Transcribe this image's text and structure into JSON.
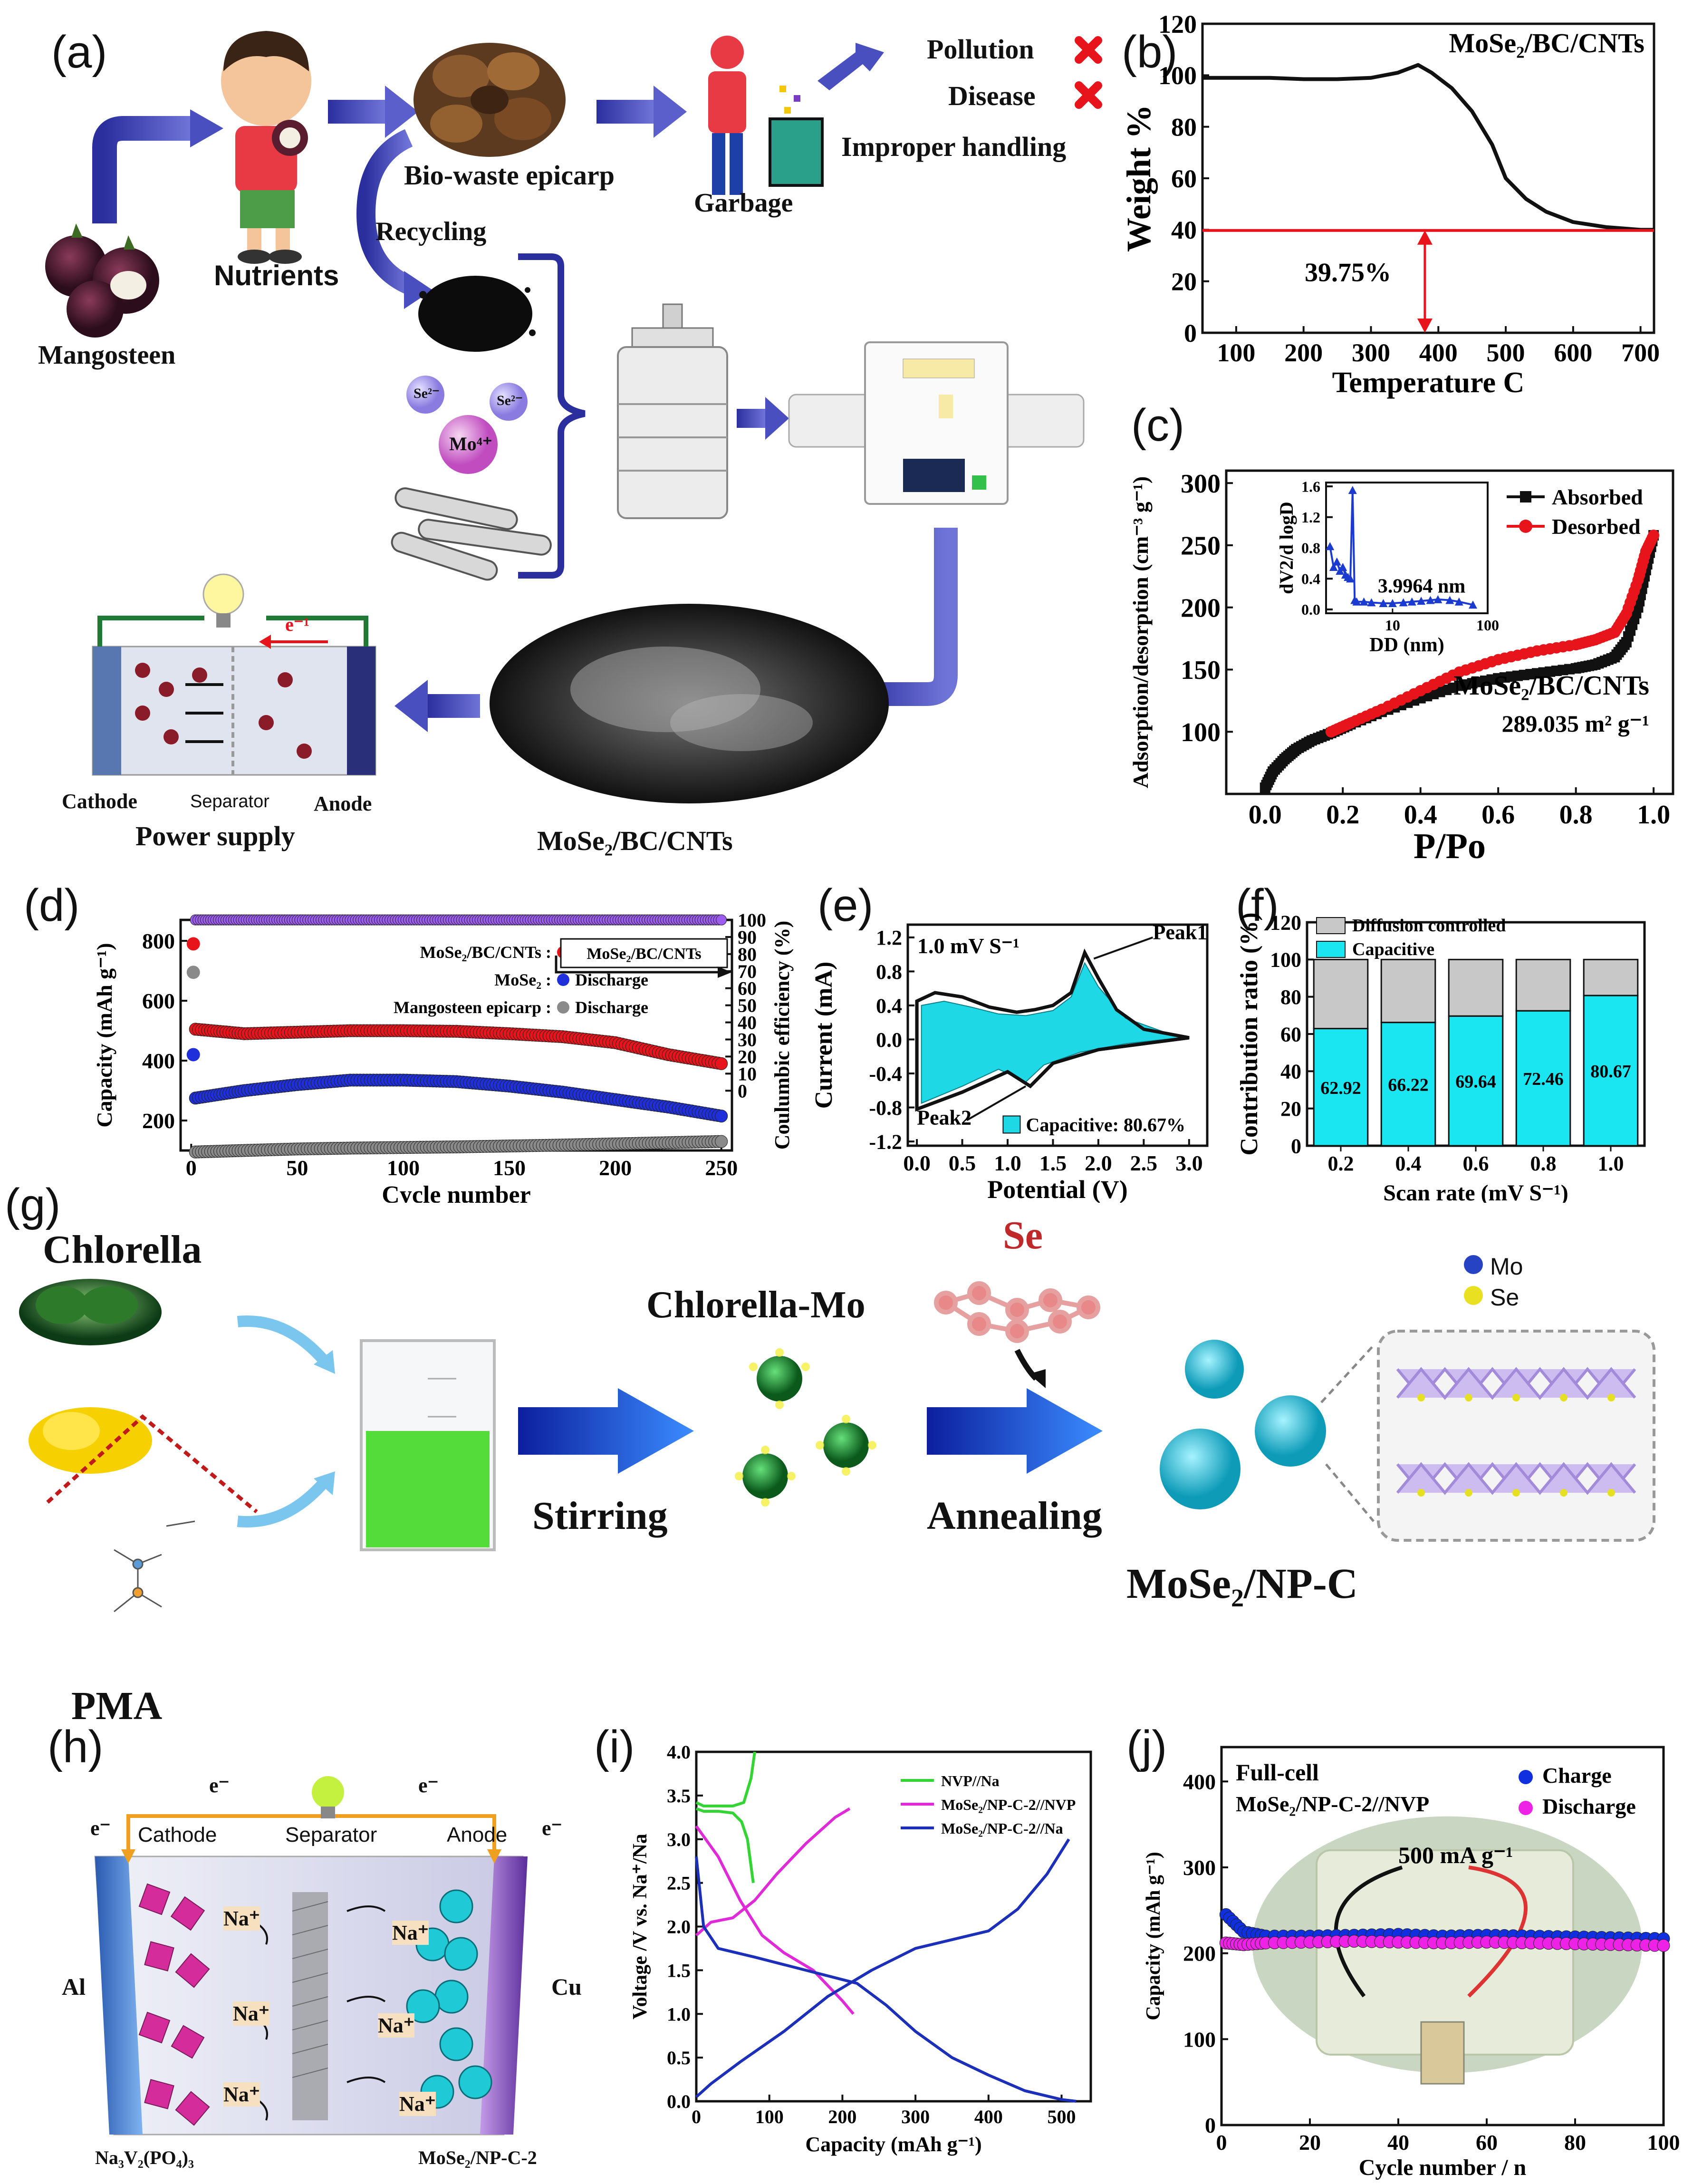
{
  "panel_labels": {
    "a": "(a)",
    "b": "(b)",
    "c": "(c)",
    "d": "(d)",
    "e": "(e)",
    "f": "(f)",
    "g": "(g)",
    "h": "(h)",
    "i": "(i)",
    "j": "(j)"
  },
  "schematic_a": {
    "mangosteen": "Mangosteen",
    "nutrients": "Nutrients",
    "biowaste": "Bio-waste epicarp",
    "garbage": "Garbage",
    "pollution": "Pollution",
    "disease": "Disease",
    "improper": "Improper handling",
    "recycling": "Recycling",
    "se1": "Se²⁻",
    "se2": "Se²⁻",
    "mo": "Mo⁴⁺",
    "product": "MoSe₂/BC/CNTs",
    "cathode": "Cathode",
    "separator": "Separator",
    "anode": "Anode",
    "power": "Power supply",
    "electron": "e⁻¹"
  },
  "schematic_g": {
    "chlorella": "Chlorella",
    "chlorella_mo": "Chlorella-Mo",
    "se": "Se",
    "stirring": "Stirring",
    "annealing": "Annealing",
    "product": "MoSe₂/NP-C",
    "pma": "PMA",
    "legend_mo": "Mo",
    "legend_se": "Se"
  },
  "schematic_h": {
    "cathode": "Cathode",
    "separator": "Separator",
    "anode": "Anode",
    "al": "Al",
    "cu": "Cu",
    "electron": "e⁻",
    "na": "Na⁺",
    "cathode_mat": "Na₃V₂(PO₄)₃",
    "anode_mat": "MoSe₂/NP-C-2"
  },
  "chart_data": [
    {
      "id": "b",
      "type": "line",
      "title": "MoSe₂/BC/CNTs",
      "xlabel": "Temperature  C",
      "ylabel": "Weight  %",
      "xlim": [
        50,
        720
      ],
      "ylim": [
        0,
        120
      ],
      "xticks": [
        100,
        200,
        300,
        400,
        500,
        600,
        700
      ],
      "yticks": [
        0,
        20,
        40,
        60,
        80,
        100,
        120
      ],
      "x": [
        50,
        100,
        150,
        200,
        250,
        300,
        340,
        360,
        370,
        390,
        420,
        450,
        480,
        500,
        530,
        560,
        600,
        650,
        700,
        720
      ],
      "y": [
        99,
        99,
        99,
        98.5,
        98.5,
        99,
        101,
        103,
        104,
        101,
        95,
        86,
        73,
        60,
        52,
        47,
        43,
        41,
        40,
        40
      ],
      "annotation": "39.75%",
      "hline": 39.75
    },
    {
      "id": "c",
      "type": "line",
      "title": "MoSe₂/BC/CNTs",
      "subtitle": "289.035 m² g⁻¹",
      "xlabel": "P/Po",
      "ylabel": "Adsorption/desorption (cm⁻³ g⁻¹)",
      "xlim": [
        -0.1,
        1.05
      ],
      "ylim": [
        50,
        310
      ],
      "xticks": [
        0.0,
        0.2,
        0.4,
        0.6,
        0.8,
        1.0
      ],
      "yticks": [
        100,
        150,
        200,
        250,
        300
      ],
      "series": [
        {
          "name": "Absorbed",
          "color": "#111111",
          "x": [
            0.0,
            0.02,
            0.05,
            0.08,
            0.12,
            0.17,
            0.22,
            0.3,
            0.4,
            0.5,
            0.6,
            0.7,
            0.8,
            0.85,
            0.9,
            0.93,
            0.96,
            0.98,
            1.0
          ],
          "y": [
            55,
            68,
            78,
            86,
            93,
            99,
            106,
            116,
            127,
            137,
            143,
            147,
            151,
            154,
            160,
            172,
            200,
            230,
            258
          ]
        },
        {
          "name": "Desorbed",
          "color": "#e8141b",
          "x": [
            0.17,
            0.22,
            0.3,
            0.4,
            0.5,
            0.6,
            0.7,
            0.8,
            0.85,
            0.9,
            0.93,
            0.96,
            0.98,
            1.0
          ],
          "y": [
            100,
            107,
            118,
            133,
            148,
            158,
            165,
            170,
            174,
            180,
            195,
            222,
            245,
            258
          ]
        }
      ],
      "inset": {
        "xlabel": "DD (nm)",
        "ylabel": "dV2/d logD",
        "annotation": "3.9964 nm",
        "yticks": [
          0.0,
          0.4,
          0.8,
          1.2,
          1.6
        ],
        "xticks_labels": [
          "10",
          "100"
        ],
        "x": [
          2.2,
          2.4,
          2.6,
          2.8,
          3.0,
          3.2,
          3.4,
          3.6,
          3.8,
          4.0,
          4.2,
          5,
          6,
          8,
          10,
          13,
          16,
          20,
          25,
          30,
          40,
          50,
          70
        ],
        "y": [
          0.82,
          0.55,
          0.62,
          0.5,
          0.55,
          0.45,
          0.42,
          0.4,
          1.55,
          0.12,
          0.1,
          0.1,
          0.09,
          0.08,
          0.08,
          0.09,
          0.1,
          0.11,
          0.12,
          0.13,
          0.12,
          0.1,
          0.06
        ]
      }
    },
    {
      "id": "d",
      "type": "scatter",
      "xlabel": "Cycle number",
      "ylabel": "Capacity (mAh g⁻¹)",
      "y2label": "Coulumbic efficiency (%)",
      "xlim": [
        -5,
        255
      ],
      "ylim": [
        100,
        870
      ],
      "y2lim": [
        -35,
        100
      ],
      "xticks": [
        0,
        50,
        100,
        150,
        200,
        250
      ],
      "yticks": [
        200,
        400,
        600,
        800
      ],
      "y2ticks": [
        0,
        10,
        20,
        30,
        40,
        50,
        60,
        70,
        80,
        90,
        100
      ],
      "annotation": "MoSe₂/BC/CNTs",
      "series": [
        {
          "name": "MoSe₂/BC/CNTs : Discharge",
          "color": "#e8141b",
          "first": 790,
          "x": [
            2,
            25,
            50,
            75,
            100,
            125,
            150,
            175,
            200,
            225,
            250
          ],
          "y": [
            505,
            490,
            495,
            500,
            500,
            498,
            490,
            480,
            460,
            420,
            390
          ]
        },
        {
          "name": "MoSe₂ : Discharge",
          "color": "#1f2fd9",
          "first": 420,
          "x": [
            2,
            25,
            50,
            75,
            100,
            125,
            150,
            175,
            200,
            225,
            250
          ],
          "y": [
            275,
            300,
            320,
            335,
            335,
            330,
            315,
            295,
            270,
            245,
            215
          ]
        },
        {
          "name": "Mangosteen epicarp : Discharge",
          "color": "#8a8a8a",
          "first": 695,
          "x": [
            2,
            25,
            50,
            75,
            100,
            125,
            150,
            175,
            200,
            225,
            250
          ],
          "y": [
            95,
            100,
            105,
            108,
            110,
            112,
            115,
            118,
            122,
            126,
            130
          ]
        },
        {
          "name": "Coulombic efficiency",
          "color": "#9c5cf0",
          "axis": "y2",
          "x": [
            2,
            50,
            100,
            150,
            200,
            250
          ],
          "y": [
            100,
            100,
            100,
            100,
            100,
            100
          ]
        }
      ]
    },
    {
      "id": "e",
      "type": "area",
      "xlabel": "Potential (V)",
      "ylabel": "Current (mA)",
      "xlim": [
        -0.1,
        3.2
      ],
      "ylim": [
        -1.25,
        1.35
      ],
      "xticks": [
        0.0,
        0.5,
        1.0,
        1.5,
        2.0,
        2.5,
        3.0
      ],
      "yticks": [
        -1.2,
        -0.8,
        -0.4,
        0.0,
        0.4,
        0.8,
        1.2
      ],
      "scan_rate": "1.0 mV S⁻¹",
      "peak1": "Peak1",
      "peak2": "Peak2",
      "legend": "Capacitive: 80.67%",
      "total_cv": {
        "x": [
          0.0,
          0.2,
          0.5,
          0.8,
          1.1,
          1.3,
          1.5,
          1.7,
          1.85,
          2.0,
          2.2,
          2.5,
          3.0,
          2.5,
          2.0,
          1.5,
          1.25,
          1.0,
          0.5,
          0.0
        ],
        "y": [
          0.45,
          0.55,
          0.5,
          0.38,
          0.32,
          0.35,
          0.4,
          0.55,
          1.02,
          0.72,
          0.35,
          0.12,
          0.02,
          -0.05,
          -0.12,
          -0.28,
          -0.55,
          -0.38,
          -0.62,
          -0.82
        ]
      },
      "capacitive_cv": {
        "x": [
          0.05,
          0.3,
          0.6,
          0.9,
          1.2,
          1.5,
          1.7,
          1.85,
          2.0,
          2.3,
          2.9,
          2.3,
          1.8,
          1.4,
          1.2,
          0.9,
          0.5,
          0.05
        ],
        "y": [
          0.4,
          0.45,
          0.38,
          0.3,
          0.28,
          0.34,
          0.5,
          0.9,
          0.62,
          0.25,
          0.02,
          -0.05,
          -0.15,
          -0.3,
          -0.5,
          -0.35,
          -0.55,
          -0.75
        ]
      }
    },
    {
      "id": "f",
      "type": "bar",
      "xlabel": "Scan rate (mV S⁻¹)",
      "ylabel": "Contribution ratio (%)",
      "ylim": [
        0,
        120
      ],
      "yticks": [
        0,
        20,
        40,
        60,
        80,
        100,
        120
      ],
      "categories": [
        "0.2",
        "0.4",
        "0.6",
        "0.8",
        "1.0"
      ],
      "series": [
        {
          "name": "Capacitive",
          "color": "#19e6f0",
          "values": [
            62.92,
            66.22,
            69.64,
            72.46,
            80.67
          ]
        },
        {
          "name": "Diffusion controlled",
          "color": "#c8c8c8",
          "values": [
            37.08,
            33.78,
            30.36,
            27.54,
            19.33
          ]
        }
      ],
      "data_labels": [
        "62.92",
        "66.22",
        "69.64",
        "72.46",
        "80.67"
      ]
    },
    {
      "id": "i",
      "type": "line",
      "xlabel": "Capacity (mAh g⁻¹)",
      "ylabel": "Voltage /V vs. Na⁺/Na",
      "xlim": [
        0,
        540
      ],
      "ylim": [
        0,
        4.0
      ],
      "xticks": [
        0,
        100,
        200,
        300,
        400,
        500
      ],
      "yticks": [
        0.0,
        0.5,
        1.0,
        1.5,
        2.0,
        2.5,
        3.0,
        3.5,
        4.0
      ],
      "series": [
        {
          "name": "NVP//Na",
          "color": "#33d433",
          "segments": [
            {
              "x": [
                0,
                10,
                30,
                50,
                65,
                75,
                80
              ],
              "y": [
                3.42,
                3.38,
                3.38,
                3.38,
                3.42,
                3.7,
                4.0
              ]
            },
            {
              "x": [
                0,
                10,
                30,
                50,
                62,
                70,
                78
              ],
              "y": [
                3.35,
                3.32,
                3.32,
                3.3,
                3.2,
                3.0,
                2.5
              ]
            }
          ]
        },
        {
          "name": "MoSe₂/NP-C-2//NVP",
          "color": "#e02ad8",
          "segments": [
            {
              "x": [
                0,
                30,
                60,
                90,
                120,
                160,
                200,
                215
              ],
              "y": [
                3.15,
                2.8,
                2.3,
                1.9,
                1.7,
                1.5,
                1.15,
                1.0
              ]
            },
            {
              "x": [
                0,
                20,
                50,
                80,
                110,
                150,
                190,
                210
              ],
              "y": [
                1.9,
                2.05,
                2.1,
                2.3,
                2.6,
                2.95,
                3.25,
                3.35
              ]
            }
          ]
        },
        {
          "name": "MoSe₂/NP-C-2//Na",
          "color": "#1c2fb8",
          "segments": [
            {
              "x": [
                0,
                10,
                30,
                80,
                150,
                220,
                260,
                300,
                350,
                400,
                450,
                500,
                520
              ],
              "y": [
                2.8,
                2.0,
                1.75,
                1.65,
                1.5,
                1.35,
                1.1,
                0.8,
                0.5,
                0.3,
                0.12,
                0.02,
                0.0
              ]
            },
            {
              "x": [
                0,
                20,
                60,
                120,
                180,
                240,
                300,
                350,
                400,
                440,
                480,
                510
              ],
              "y": [
                0.05,
                0.2,
                0.45,
                0.8,
                1.2,
                1.5,
                1.75,
                1.85,
                1.95,
                2.2,
                2.6,
                3.0
              ]
            }
          ]
        }
      ]
    },
    {
      "id": "j",
      "type": "scatter",
      "title": "Full-cell",
      "subtitle": "MoSe₂/NP-C-2//NVP",
      "annotation": "500 mA g⁻¹",
      "xlabel": "Cycle number / n",
      "ylabel": "Capacity (mAh g⁻¹)",
      "xlim": [
        0,
        100
      ],
      "ylim": [
        0,
        440
      ],
      "xticks": [
        0,
        20,
        40,
        60,
        80,
        100
      ],
      "yticks": [
        0,
        100,
        200,
        300,
        400
      ],
      "series": [
        {
          "name": "Charge",
          "color": "#1030e0",
          "x": [
            1,
            5,
            10,
            20,
            30,
            40,
            50,
            60,
            70,
            80,
            90,
            100
          ],
          "y": [
            245,
            225,
            220,
            220,
            221,
            222,
            220,
            221,
            220,
            219,
            218,
            217
          ]
        },
        {
          "name": "Discharge",
          "color": "#ee22e6",
          "x": [
            1,
            5,
            10,
            20,
            30,
            40,
            50,
            60,
            70,
            80,
            90,
            100
          ],
          "y": [
            212,
            210,
            212,
            213,
            214,
            213,
            212,
            213,
            212,
            211,
            210,
            209
          ]
        }
      ]
    }
  ]
}
